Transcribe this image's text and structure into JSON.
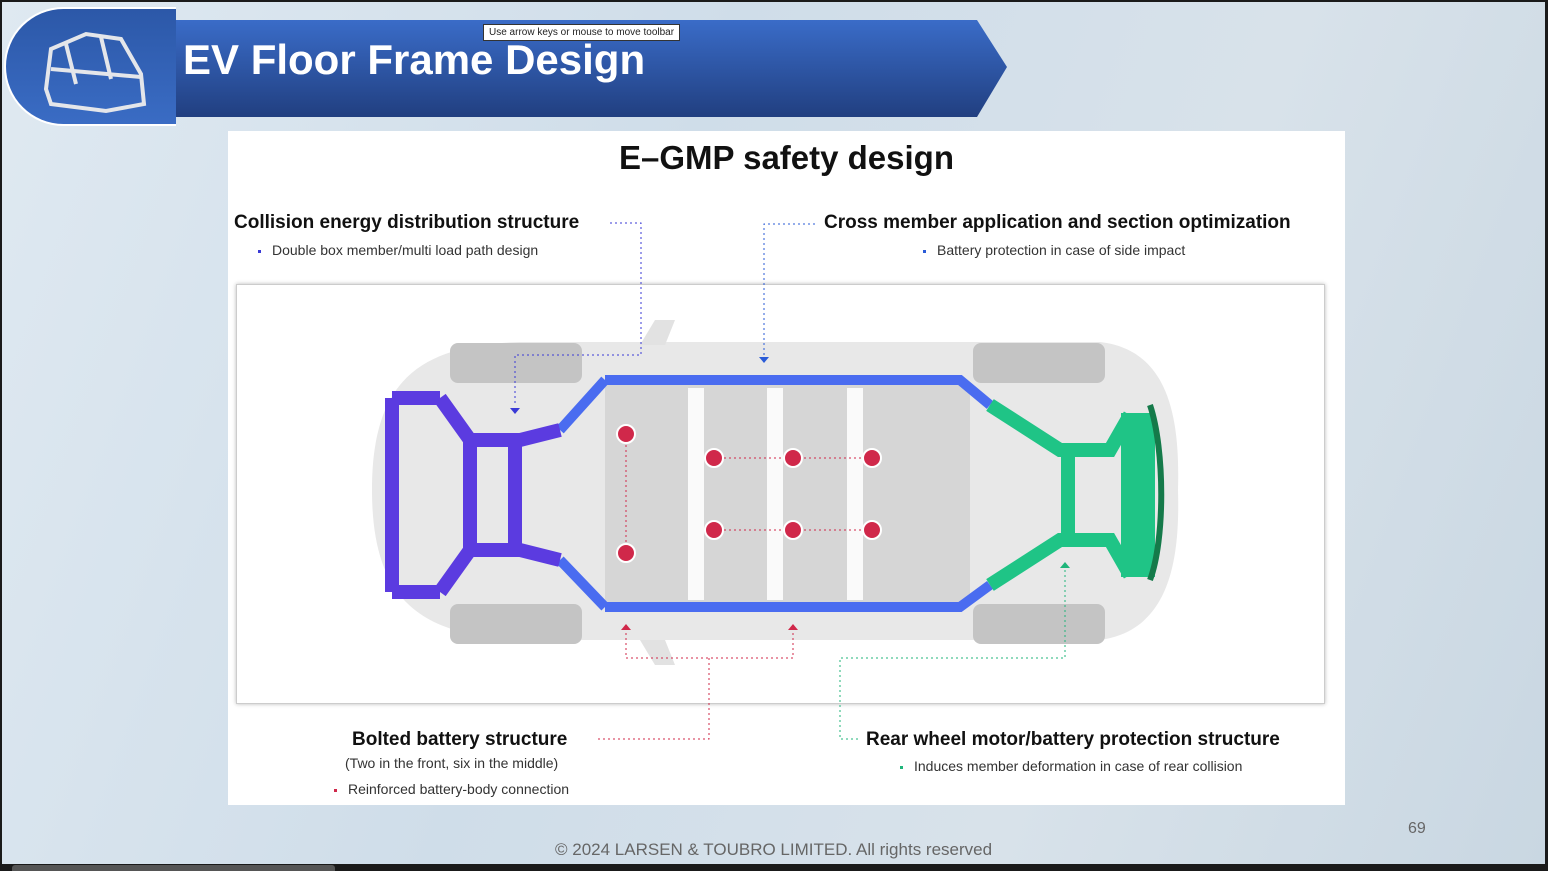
{
  "header": {
    "title": "EV Floor Frame Design",
    "tooltip": "Use arrow keys or mouse to move toolbar"
  },
  "panel": {
    "title": "E–GMP safety design",
    "callouts": [
      {
        "heading": "Collision energy distribution structure",
        "bullets": [
          "Double box member/multi load path design"
        ],
        "color": "#3a3ad6"
      },
      {
        "heading": "Cross member application and section optimization",
        "bullets": [
          "Battery protection in case of side impact"
        ],
        "color": "#2a5bd7"
      },
      {
        "heading": "Bolted battery structure",
        "sub": "(Two in the front, six in the middle)",
        "bullets": [
          "Reinforced battery-body connection"
        ],
        "color": "#d0284a"
      },
      {
        "heading": "Rear wheel motor/battery protection structure",
        "bullets": [
          "Induces member deformation in case of rear collision"
        ],
        "color": "#1fb57a"
      }
    ]
  },
  "footer": {
    "copyright": "© 2024 LARSEN & TOUBRO LIMITED. All rights reserved",
    "page": "69"
  },
  "colors": {
    "banner": "#3560b8",
    "front_frame": "#5b3be0",
    "side_frame": "#4a6cf0",
    "rear_frame": "#1fc486",
    "bolt": "#d0284a"
  }
}
